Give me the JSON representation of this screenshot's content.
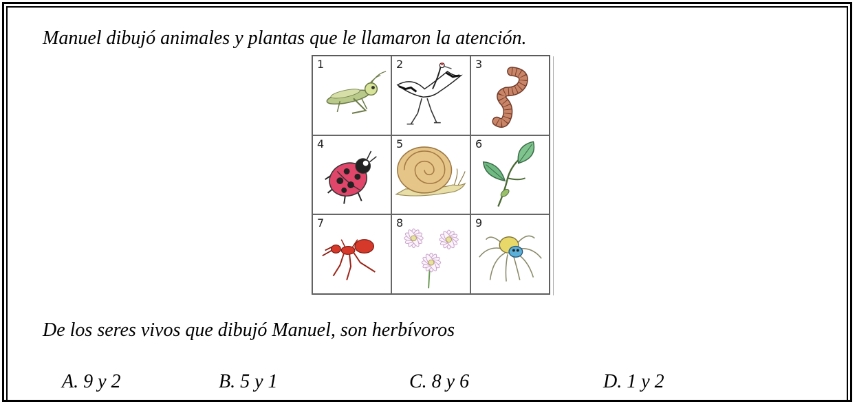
{
  "question": "Manuel dibujó animales y plantas que le llamaron la atención.",
  "prompt": "De los seres vivos que dibujó Manuel, son herbívoros",
  "options": [
    {
      "label": "A. 9 y 2"
    },
    {
      "label": "B. 5 y 1"
    },
    {
      "label": "C. 8 y 6"
    },
    {
      "label": "D. 1 y 2"
    }
  ],
  "cells": [
    {
      "number": "1",
      "icon": "grasshopper-icon"
    },
    {
      "number": "2",
      "icon": "crane-icon"
    },
    {
      "number": "3",
      "icon": "worm-icon"
    },
    {
      "number": "4",
      "icon": "ladybug-icon"
    },
    {
      "number": "5",
      "icon": "snail-icon"
    },
    {
      "number": "6",
      "icon": "plant-sprout-icon"
    },
    {
      "number": "7",
      "icon": "ant-icon"
    },
    {
      "number": "8",
      "icon": "daisy-flowers-icon"
    },
    {
      "number": "9",
      "icon": "spider-icon"
    }
  ]
}
